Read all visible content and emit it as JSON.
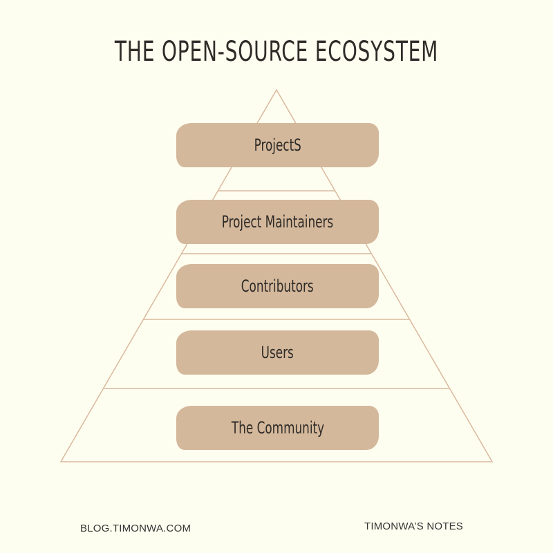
{
  "title": "THE OPEN-SOURCE ECOSYSTEM",
  "pyramid": {
    "levels": [
      {
        "label": "ProjectS"
      },
      {
        "label": "Project Maintainers"
      },
      {
        "label": "Contributors"
      },
      {
        "label": "Users"
      },
      {
        "label": "The Community"
      }
    ],
    "colors": {
      "box": "#d4b89b",
      "line": "#d9b99e",
      "background": "#fefef0",
      "text": "#2e2b28"
    }
  },
  "footer": {
    "left": "BLOG.TIMONWA.COM",
    "right": "TIMONWA’S NOTES"
  }
}
